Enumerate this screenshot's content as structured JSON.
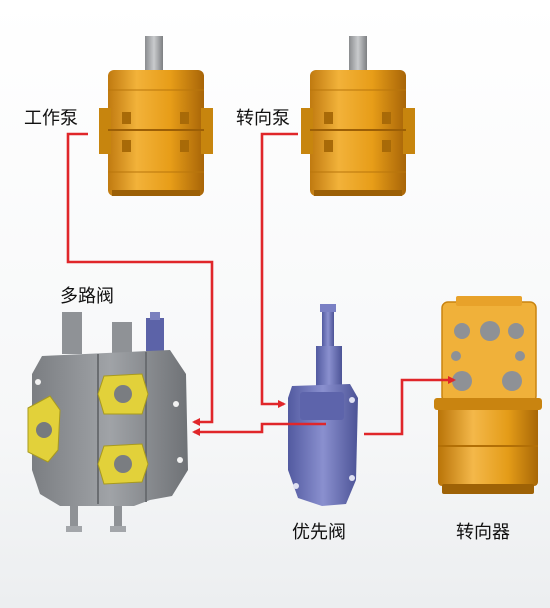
{
  "labels": {
    "work_pump": "工作泵",
    "steering_pump": "转向泵",
    "multi_valve": "多路阀",
    "priority_valve": "优先阀",
    "steering_unit": "转向器"
  },
  "colors": {
    "pump_body": "#e9a11a",
    "pump_shadow": "#b87510",
    "shaft": "#a7a9ab",
    "valve_body": "#8a8d91",
    "valve_flange": "#e2d13a",
    "priority_valve": "#6c73b8",
    "steering_body": "#e39b1c",
    "steering_block": "#f0b13a",
    "steering_port": "#8e9196",
    "flow_line": "#e0262a"
  }
}
